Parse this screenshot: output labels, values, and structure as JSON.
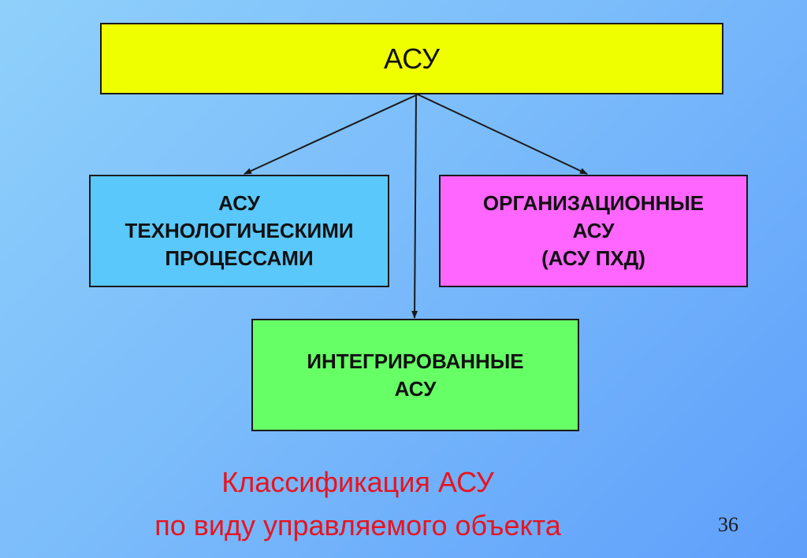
{
  "diagram": {
    "root": {
      "label": "АСУ"
    },
    "children": {
      "technological": {
        "lines": [
          "АСУ",
          "ТЕХНОЛОГИЧЕСКИМИ",
          "ПРОЦЕССАМИ"
        ]
      },
      "organizational": {
        "lines": [
          "ОРГАНИЗАЦИОННЫЕ",
          "АСУ",
          "(АСУ ПХД)"
        ]
      },
      "integrated": {
        "lines": [
          "ИНТЕГРИРОВАННЫЕ",
          "АСУ"
        ]
      }
    },
    "colors": {
      "root_fill": "#f0ff00",
      "technological_fill": "#5ac8fa",
      "organizational_fill": "#ff66ff",
      "integrated_fill": "#66ff66",
      "caption_text": "#e8141e",
      "arrow": "#1a1a1a"
    }
  },
  "caption": {
    "line1": "Классификация АСУ",
    "line2": "по виду управляемого объекта"
  },
  "slide_number": "36"
}
